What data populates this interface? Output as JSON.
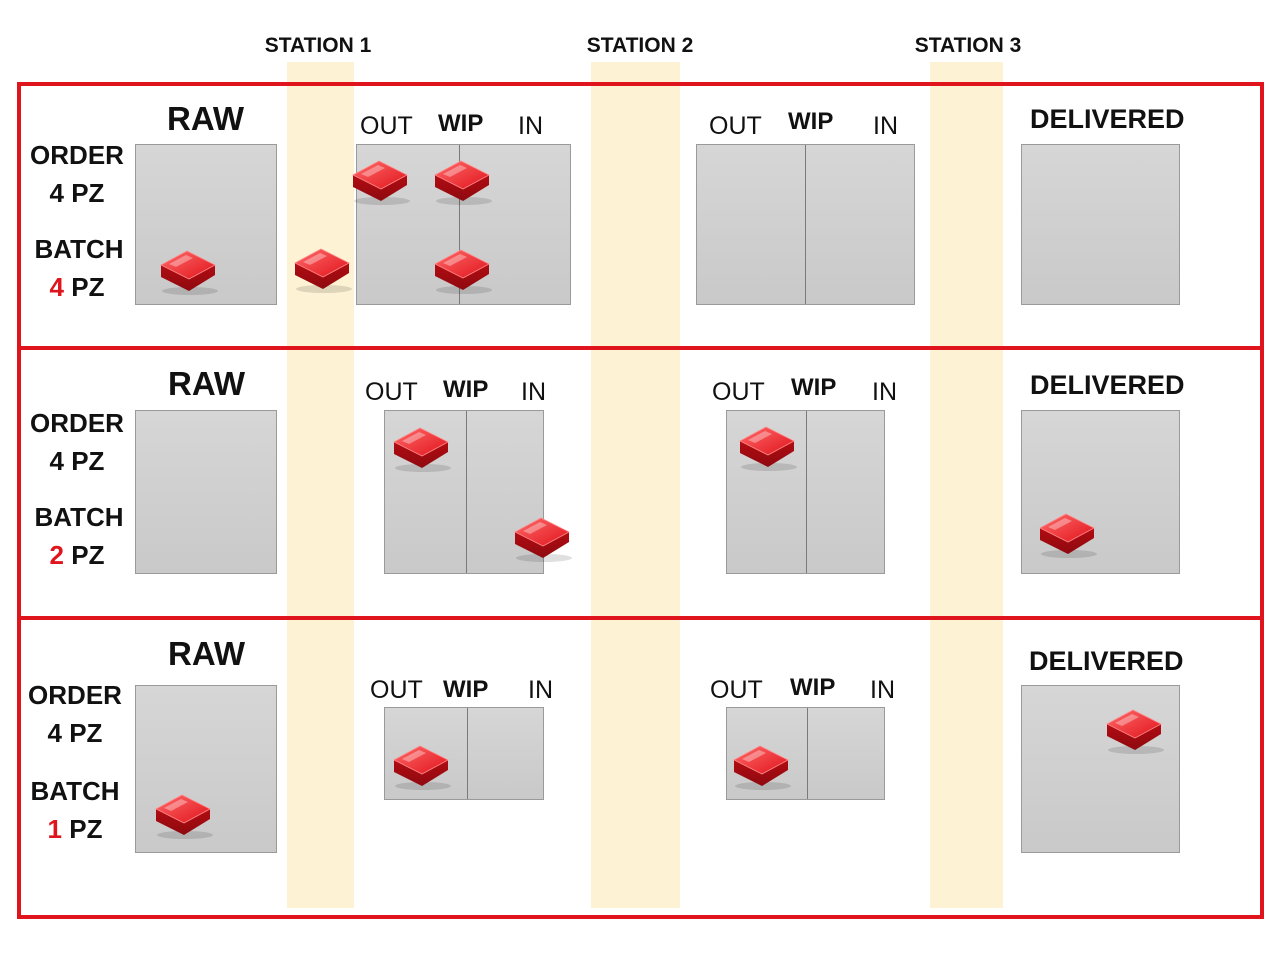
{
  "stations": [
    "STATION 1",
    "STATION 2",
    "STATION 3"
  ],
  "headers": {
    "raw": "RAW",
    "delivered": "DELIVERED",
    "out": "OUT",
    "wip": "WIP",
    "in": "IN"
  },
  "rows": [
    {
      "order_label": "ORDER",
      "order_qty": "4 PZ",
      "batch_label": "BATCH",
      "batch_num": "4",
      "batch_unit": "PZ"
    },
    {
      "order_label": "ORDER",
      "order_qty": "4 PZ",
      "batch_label": "BATCH",
      "batch_num": "2",
      "batch_unit": "PZ"
    },
    {
      "order_label": "ORDER",
      "order_qty": "4 PZ",
      "batch_label": "BATCH",
      "batch_num": "1",
      "batch_unit": "PZ"
    }
  ],
  "colors": {
    "frame": "#e0141c",
    "station_band": "#fdf0cc",
    "piece": "#e0141c",
    "bin": "#d0d0d0"
  }
}
